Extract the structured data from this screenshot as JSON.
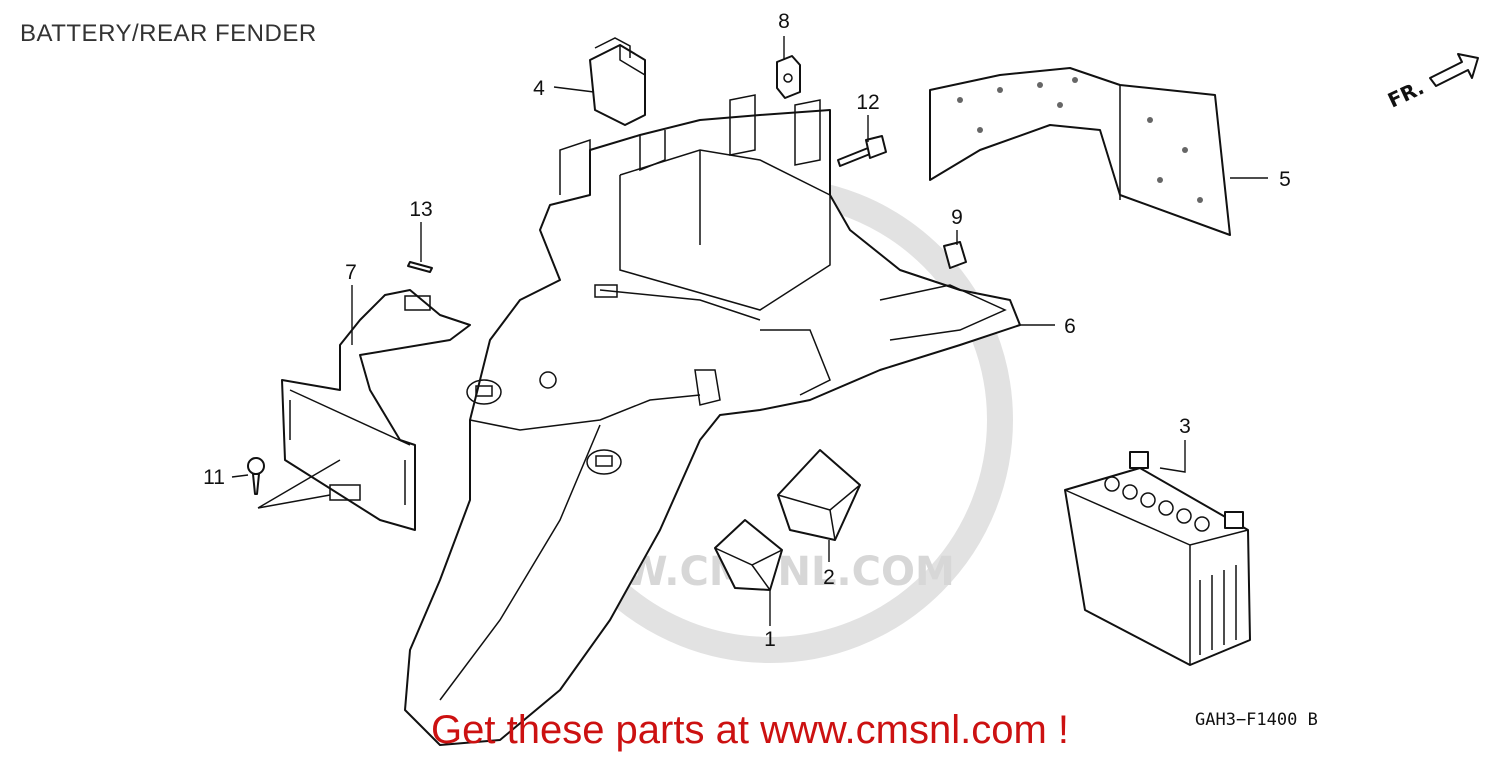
{
  "title": "BATTERY/REAR FENDER",
  "callouts": {
    "p1": "1",
    "p2": "2",
    "p3": "3",
    "p4": "4",
    "p5": "5",
    "p6": "6",
    "p7": "7",
    "p8": "8",
    "p9": "9",
    "p11": "11",
    "p12": "12",
    "p13": "13"
  },
  "direction_label": "FR.",
  "drawing_code": "GAH3−F1400 B",
  "watermark": {
    "text": "WWW.CMSNL.COM",
    "color": "#d7d7d7"
  },
  "promo": {
    "text": "Get these parts at www.cmsnl.com !",
    "color": "#cc1111"
  },
  "colors": {
    "line": "#111111",
    "background": "#ffffff"
  }
}
